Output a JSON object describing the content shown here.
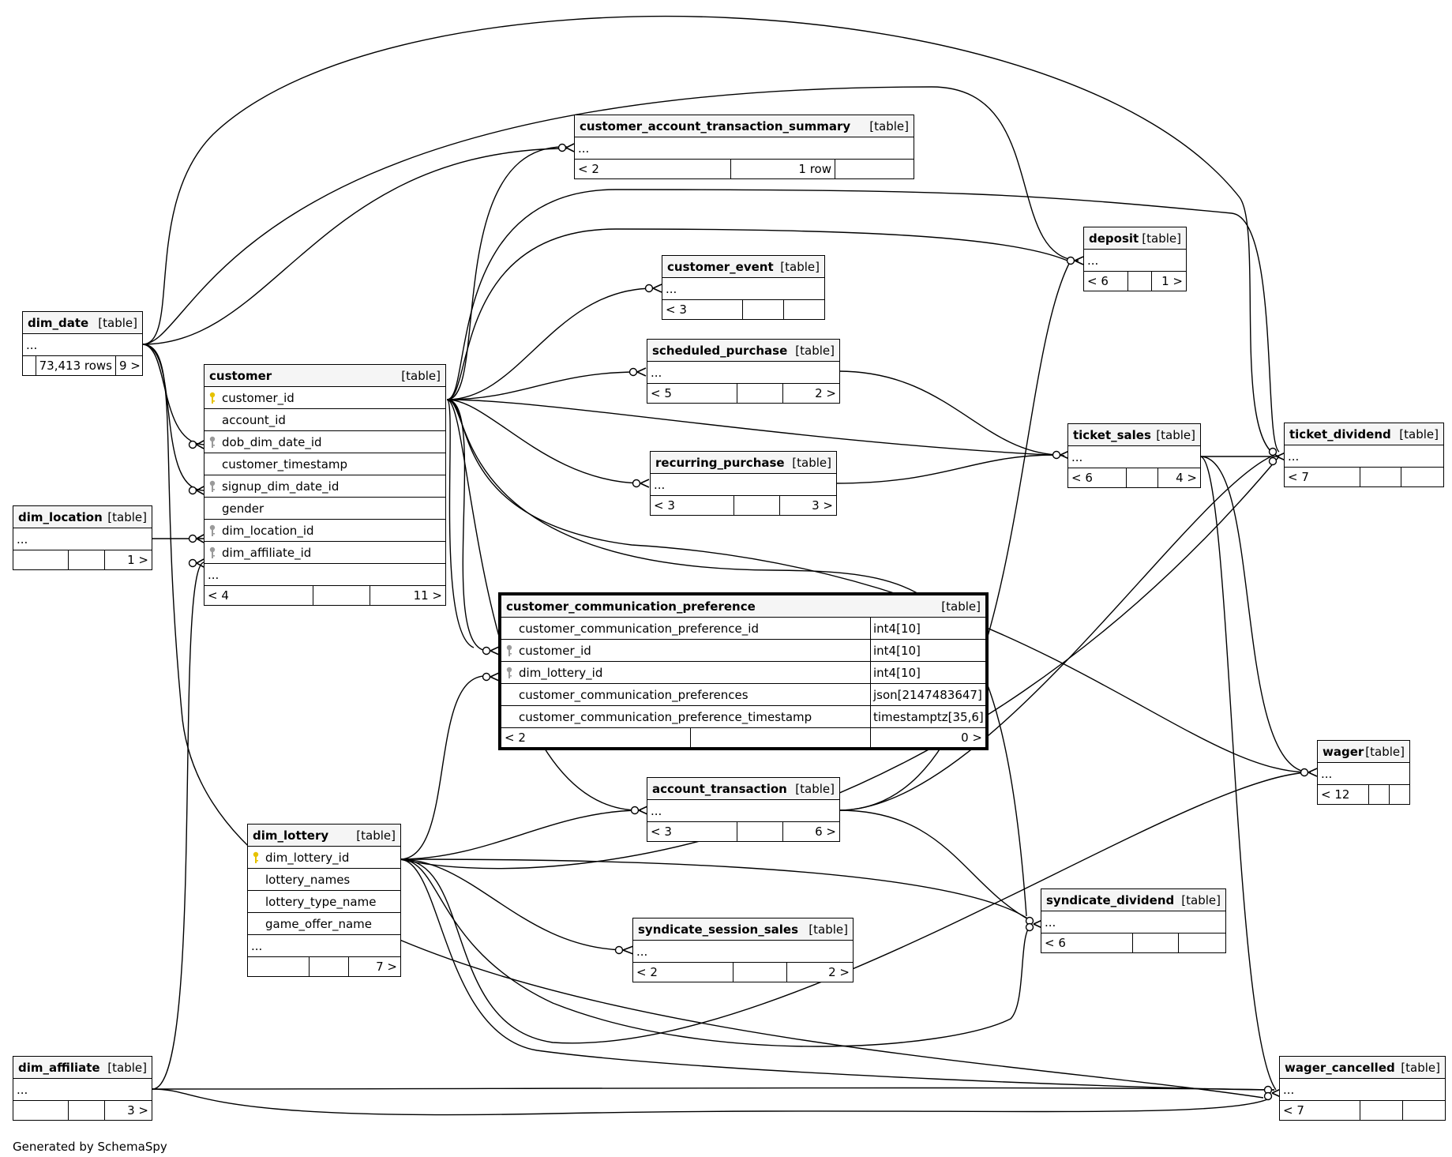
{
  "credit": "Generated by SchemaSpy",
  "label_table": "[table]",
  "tables": {
    "customer_account_transaction_summary": {
      "name": "customer_account_transaction_summary",
      "ellipsis": "...",
      "foot": [
        "< 2",
        "1 row",
        ""
      ]
    },
    "deposit": {
      "name": "deposit",
      "ellipsis": "...",
      "foot": [
        "< 6",
        "",
        "1 >"
      ]
    },
    "customer_event": {
      "name": "customer_event",
      "ellipsis": "...",
      "foot": [
        "< 3",
        "",
        ""
      ]
    },
    "scheduled_purchase": {
      "name": "scheduled_purchase",
      "ellipsis": "...",
      "foot": [
        "< 5",
        "",
        "2 >"
      ]
    },
    "dim_date": {
      "name": "dim_date",
      "ellipsis": "...",
      "foot": [
        "",
        "73,413 rows",
        "9 >"
      ]
    },
    "customer": {
      "name": "customer",
      "columns": [
        {
          "name": "customer_id",
          "icon": "primary-key-icon"
        },
        {
          "name": "account_id",
          "icon": ""
        },
        {
          "name": "dob_dim_date_id",
          "icon": "foreign-key-icon"
        },
        {
          "name": "customer_timestamp",
          "icon": ""
        },
        {
          "name": "signup_dim_date_id",
          "icon": "foreign-key-icon"
        },
        {
          "name": "gender",
          "icon": ""
        },
        {
          "name": "dim_location_id",
          "icon": "foreign-key-icon"
        },
        {
          "name": "dim_affiliate_id",
          "icon": "foreign-key-icon"
        }
      ],
      "ellipsis": "...",
      "foot": [
        "< 4",
        "",
        "11 >"
      ]
    },
    "ticket_sales": {
      "name": "ticket_sales",
      "ellipsis": "...",
      "foot": [
        "< 6",
        "",
        "4 >"
      ]
    },
    "ticket_dividend": {
      "name": "ticket_dividend",
      "ellipsis": "...",
      "foot": [
        "< 7",
        "",
        ""
      ]
    },
    "recurring_purchase": {
      "name": "recurring_purchase",
      "ellipsis": "...",
      "foot": [
        "< 3",
        "",
        "3 >"
      ]
    },
    "dim_location": {
      "name": "dim_location",
      "ellipsis": "...",
      "foot": [
        "",
        "",
        "1 >"
      ]
    },
    "customer_communication_preference": {
      "name": "customer_communication_preference",
      "columns": [
        {
          "name": "customer_communication_preference_id",
          "icon": "",
          "type": "int4[10]"
        },
        {
          "name": "customer_id",
          "icon": "foreign-key-icon",
          "type": "int4[10]"
        },
        {
          "name": "dim_lottery_id",
          "icon": "foreign-key-icon",
          "type": "int4[10]"
        },
        {
          "name": "customer_communication_preferences",
          "icon": "",
          "type": "json[2147483647]"
        },
        {
          "name": "customer_communication_preference_timestamp",
          "icon": "",
          "type": "timestamptz[35,6]"
        }
      ],
      "foot": [
        "< 2",
        "",
        "0 >"
      ]
    },
    "wager": {
      "name": "wager",
      "ellipsis": "...",
      "foot": [
        "< 12",
        "",
        ""
      ]
    },
    "account_transaction": {
      "name": "account_transaction",
      "ellipsis": "...",
      "foot": [
        "< 3",
        "",
        "6 >"
      ]
    },
    "dim_lottery": {
      "name": "dim_lottery",
      "columns": [
        {
          "name": "dim_lottery_id",
          "icon": "primary-key-icon"
        },
        {
          "name": "lottery_names",
          "icon": ""
        },
        {
          "name": "lottery_type_name",
          "icon": ""
        },
        {
          "name": "game_offer_name",
          "icon": ""
        }
      ],
      "ellipsis": "...",
      "foot": [
        "",
        "",
        "7 >"
      ]
    },
    "syndicate_dividend": {
      "name": "syndicate_dividend",
      "ellipsis": "...",
      "foot": [
        "< 6",
        "",
        ""
      ]
    },
    "syndicate_session_sales": {
      "name": "syndicate_session_sales",
      "ellipsis": "...",
      "foot": [
        "< 2",
        "",
        "2 >"
      ]
    },
    "dim_affiliate": {
      "name": "dim_affiliate",
      "ellipsis": "...",
      "foot": [
        "",
        "",
        "3 >"
      ]
    },
    "wager_cancelled": {
      "name": "wager_cancelled",
      "ellipsis": "...",
      "foot": [
        "< 7",
        "",
        ""
      ]
    }
  },
  "colors": {
    "header_bg": "#f5f5f5",
    "line": "#000000",
    "primary_key": "#e6c200",
    "foreign_key": "#9a9a9a"
  }
}
